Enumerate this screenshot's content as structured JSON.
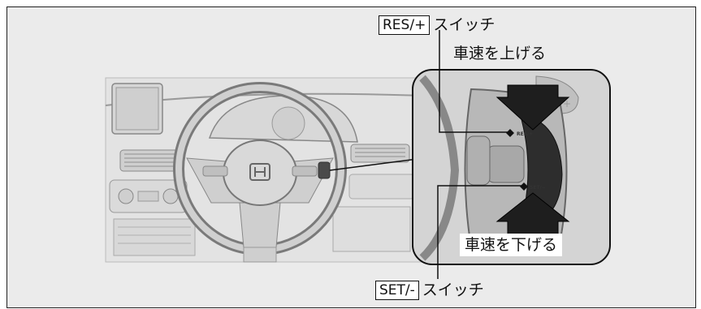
{
  "res_label": {
    "switch_name": "RES/+",
    "suffix": "スイッチ"
  },
  "set_label": {
    "switch_name": "SET/-",
    "suffix": "スイッチ"
  },
  "increase_speed": "車速を上げる",
  "decrease_speed": "車速を下げる",
  "wheel_button_res": "RES/+",
  "wheel_button_set": "SET/−"
}
